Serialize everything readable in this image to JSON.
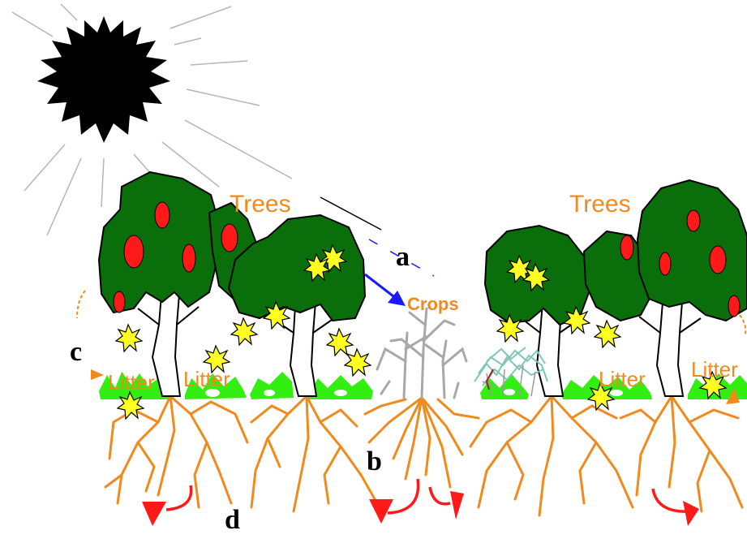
{
  "labels": {
    "trees_left": "Trees",
    "trees_right": "Trees",
    "crops": "Crops",
    "litter_1": "Litter",
    "litter_2": "Litter",
    "litter_3": "Litter",
    "litter_4": "Litter",
    "a": "a",
    "b": "b",
    "c": "c",
    "d": "d"
  },
  "colors": {
    "foliage": "#0a6e0a",
    "fruit": "#ff1a1a",
    "grass": "#33ee11",
    "roots": "#f08a1c",
    "arrow_a": "#1a1aff",
    "arrow_d": "#ff1a1a",
    "star": "#ffff22",
    "label": "#f08a1c"
  },
  "icons": [
    "sun-icon",
    "tree-icon",
    "crop-plant-icon",
    "shrub-icon",
    "star-icon",
    "root-icon"
  ]
}
